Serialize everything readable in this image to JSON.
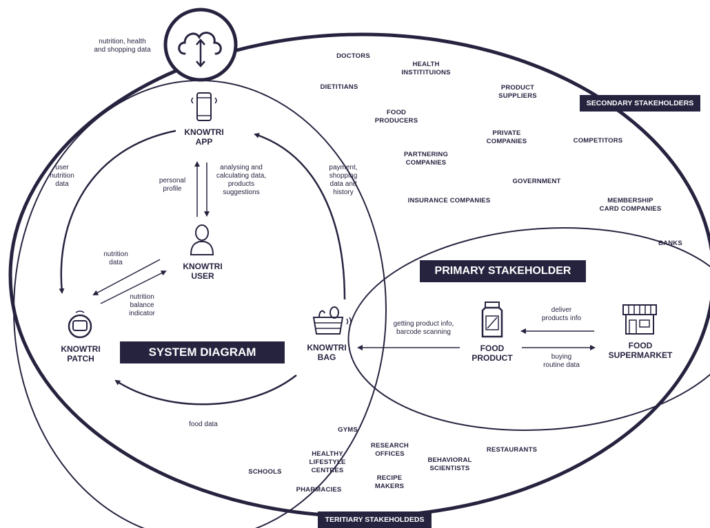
{
  "banners": {
    "system": "SYSTEM DIAGRAM",
    "primary": "PRIMARY STAKEHOLDER",
    "secondary": "SECONDARY STAKEHOLDERS",
    "tertiary": "TERITIARY STAKEHOLDEDS"
  },
  "nodes": {
    "app": "KNOWTRI\nAPP",
    "user": "KNOWTRI\nUSER",
    "patch": "KNOWTRI\nPATCH",
    "bag": "KNOWTRI\nBAG",
    "product": "FOOD\nPRODUCT",
    "supermarket": "FOOD\nSUPERMARKET"
  },
  "flows": {
    "cloud": "nutrition, health\nand shopping data",
    "user_nutrition": "user\nnutrition\ndata",
    "personal_profile": "personal\nprofile",
    "analysing": "analysing and\ncalculating data,\nproducts\nsuggestions",
    "payment": "payment,\nshopping\ndata and\nhistory",
    "nutrition_data": "nutrition\ndata",
    "balance": "nutrition\nbalance\nindicator",
    "food_data": "food data",
    "product_info": "getting product info,\nbarcode scanning",
    "deliver": "deliver\nproducts info",
    "buying": "buying\nroutine data"
  },
  "secondary": {
    "doctors": "DOCTORS",
    "health": "HEALTH\nINSTITITUIONS",
    "dietitians": "DIETITIANS",
    "suppliers": "PRODUCT\nSUPPLIERS",
    "food_producers": "FOOD\nPRODUCERS",
    "private": "PRIVATE\nCOMPANIES",
    "competitors": "COMPETITORS",
    "partnering": "PARTNERING\nCOMPANIES",
    "government": "GOVERNMENT",
    "insurance": "INSURANCE COMPANIES",
    "membership": "MEMBERSHIP\nCARD COMPANIES",
    "banks": "BANKS"
  },
  "tertiary": {
    "gyms": "GYMS",
    "research": "RESEARCH\nOFFICES",
    "restaurants": "RESTAURANTS",
    "healthy": "HEALTHY\nLIFESTYLE\nCENTRES",
    "behavioral": "BEHAVIORAL\nSCIENTISTS",
    "schools": "SCHOOLS",
    "recipe": "RECIPE\nMAKERS",
    "pharmacies": "PHARMACIES"
  },
  "colors": {
    "ink": "#26233f",
    "background": "#ffffff"
  },
  "icons": [
    "cloud-sync-icon",
    "phone-icon",
    "user-icon",
    "patch-icon",
    "shopping-bag-icon",
    "food-jar-icon",
    "store-icon"
  ]
}
